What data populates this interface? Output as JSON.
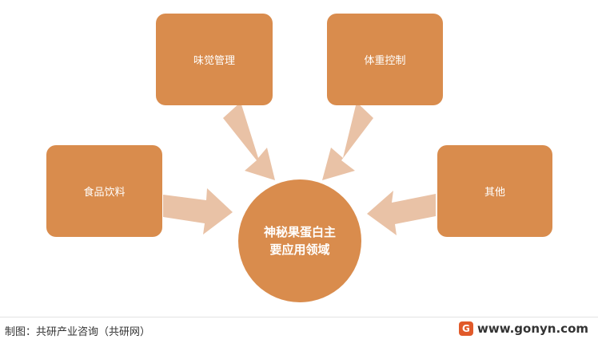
{
  "diagram": {
    "center_line1": "神秘果蛋白主",
    "center_line2": "要应用领域",
    "nodes": {
      "top_left": "味觉管理",
      "top_right": "体重控制",
      "left": "食品饮料",
      "right": "其他"
    }
  },
  "footer": {
    "source": "制图：共研产业咨询（共研网）",
    "logo_letter": "G",
    "site": "www.gonyn.com"
  },
  "colors": {
    "box": "#d98c4d",
    "arrow": "#e9c2a6"
  }
}
